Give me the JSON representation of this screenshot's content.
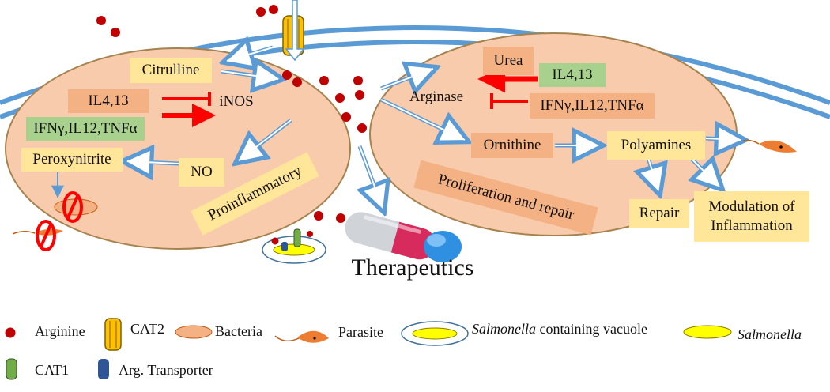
{
  "labels": {
    "citrulline": "Citrulline",
    "il4_13_left": "IL4,13",
    "inos": "iNOS",
    "ifng_left": "IFNγ,IL12,TNFα",
    "peroxynitrite": "Peroxynitrite",
    "no": "NO",
    "proinflammatory": "Proinflammatory",
    "urea": "Urea",
    "il4_13_right": "IL4,13",
    "arginase": "Arginase",
    "ifng_right": "IFNγ,IL12,TNFα",
    "ornithine": "Ornithine",
    "polyamines": "Polyamines",
    "proliferation": "Proliferation and repair",
    "repair": "Repair",
    "modulation_line1": "Modulation of",
    "modulation_line2": "Inflammation",
    "therapeutics": "Therapeutics"
  },
  "legend": {
    "arginine": "Arginine",
    "cat2": "CAT2",
    "bacteria": "Bacteria",
    "parasite": "Parasite",
    "scv_italic": "Salmonella",
    "scv_rest": " containing vacuole",
    "salmonella": "Salmonella",
    "cat1": "CAT1",
    "arg_transporter": "Arg. Transporter"
  },
  "colors": {
    "membrane": "#5b9bd5",
    "cell_fill": "#f8cbad",
    "cell_stroke": "#a6834e",
    "arginine": "#c00000",
    "inhibit": "#ff0000",
    "label_yellow": "#ffe699",
    "label_orange": "#f4b183",
    "label_green": "#a9d18e",
    "cat2_yellow": "#ffc000",
    "cat1_green": "#70ad47",
    "transporter_blue": "#2f5597",
    "bacteria": "#f4b183",
    "parasite": "#ed7d31",
    "salmonella": "#ffff00"
  }
}
